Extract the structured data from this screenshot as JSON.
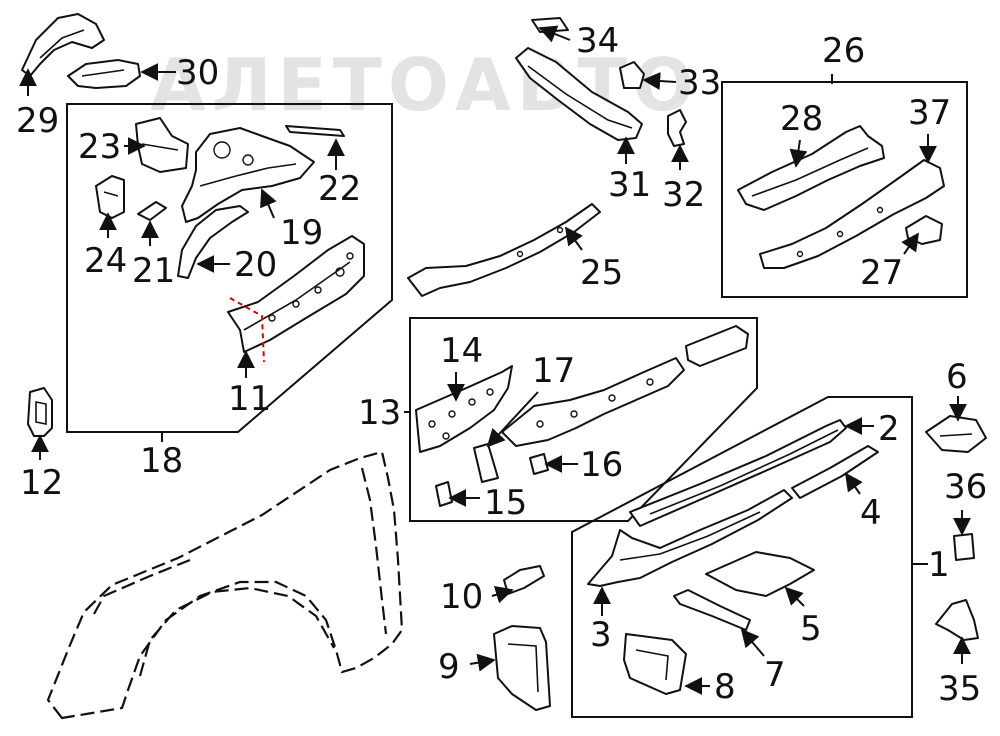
{
  "watermark": {
    "text": "АЛЕТОАВТО"
  },
  "callouts": [
    "1",
    "2",
    "3",
    "4",
    "5",
    "6",
    "7",
    "8",
    "9",
    "10",
    "11",
    "12",
    "13",
    "14",
    "15",
    "16",
    "17",
    "18",
    "19",
    "20",
    "21",
    "22",
    "23",
    "24",
    "25",
    "26",
    "27",
    "28",
    "29",
    "30",
    "31",
    "32",
    "33",
    "34",
    "35",
    "36",
    "37"
  ]
}
